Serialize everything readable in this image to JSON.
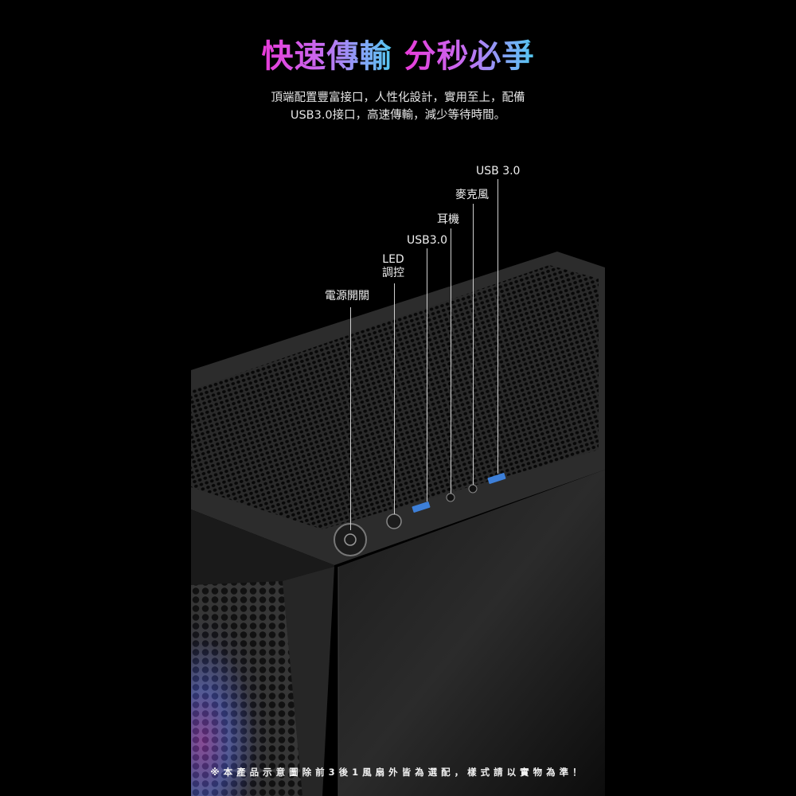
{
  "headline": {
    "part1": "快速傳輸",
    "part2": "分秒必爭"
  },
  "description": {
    "line1": "頂端配置豐富接口，人性化設計，實用至上，配備",
    "line2": "USB3.0接口，高速傳輸，減少等待時間。"
  },
  "callouts": [
    {
      "id": "power",
      "label": "電源開關"
    },
    {
      "id": "led",
      "label_line1": "LED",
      "label_line2": "調控"
    },
    {
      "id": "usb-left",
      "label": "USB3.0"
    },
    {
      "id": "headphone",
      "label": "耳機"
    },
    {
      "id": "mic",
      "label": "麥克風"
    },
    {
      "id": "usb-right",
      "label": "USB 3.0"
    }
  ],
  "footnote": "※本產品示意圖除前3後1風扇外皆為選配，樣式請以實物為準！",
  "colors": {
    "gradient_start": "#e83ad8",
    "gradient_end": "#52c8f0",
    "usb_port": "#3d7fd8"
  }
}
